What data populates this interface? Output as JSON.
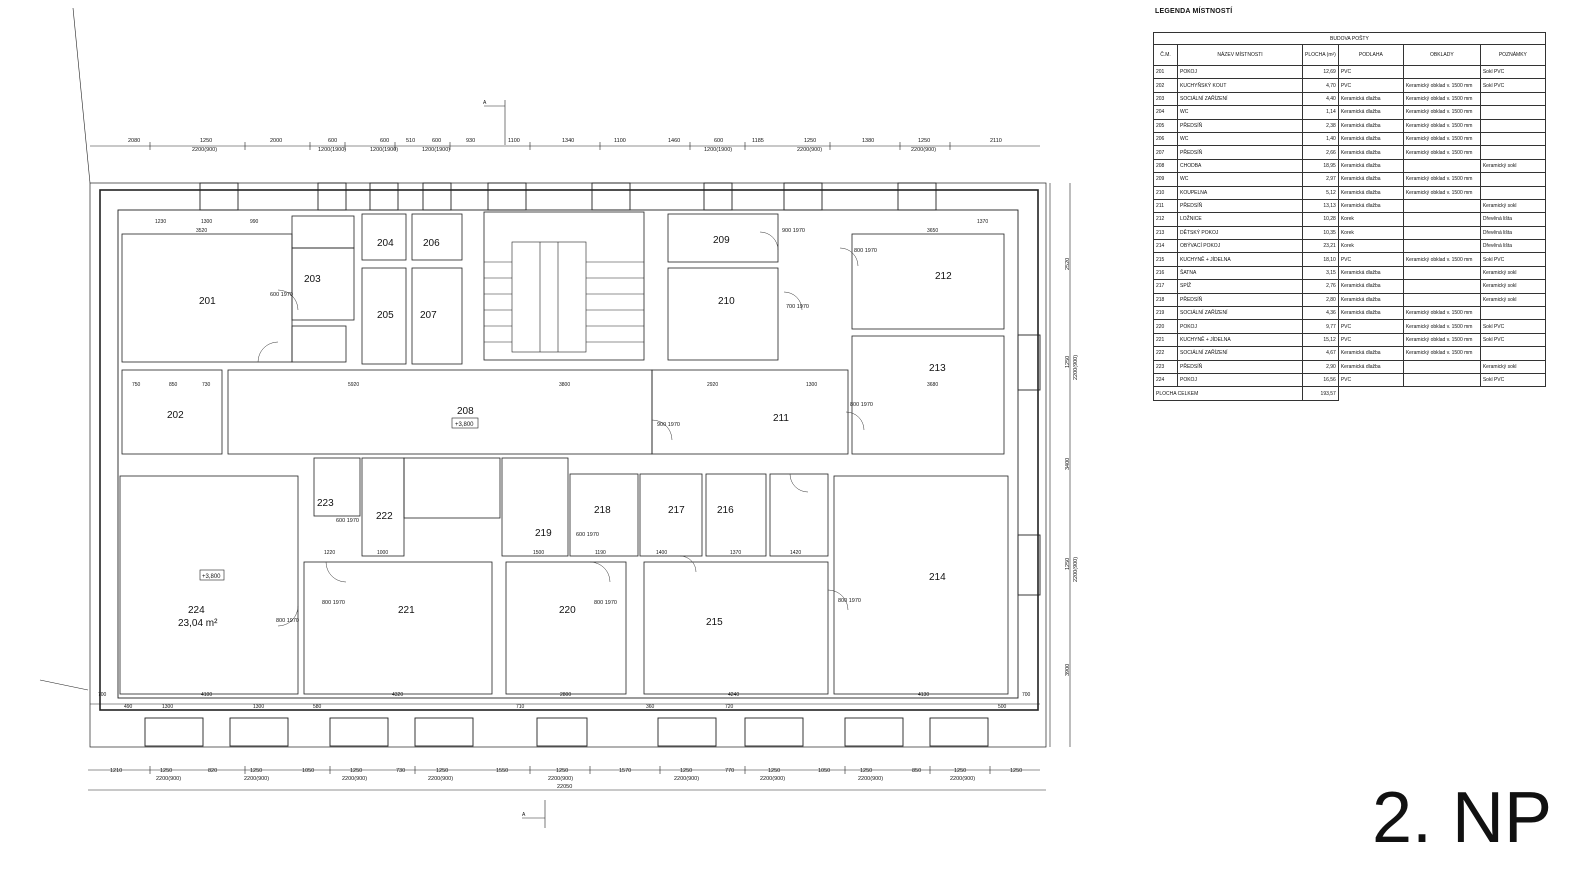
{
  "legend": {
    "title": "LEGENDA MÍSTNOSTÍ",
    "building": "BUDOVA POŠTY",
    "headers": [
      "Č.M.",
      "NÁZEV MÍSTNOSTI",
      "PLOCHA (m²)",
      "PODLAHA",
      "OBKLADY",
      "POZNÁMKY"
    ],
    "rows": [
      [
        "201",
        "POKOJ",
        "12,69",
        "PVC",
        "",
        "Sokl PVC"
      ],
      [
        "202",
        "KUCHYŇSKÝ KOUT",
        "4,70",
        "PVC",
        "Keramický obklad v. 1500 mm",
        "Sokl PVC"
      ],
      [
        "203",
        "SOCIÁLNÍ ZAŘÍZENÍ",
        "4,40",
        "Keramická dlažba",
        "Keramický obklad v. 1500 mm",
        ""
      ],
      [
        "204",
        "WC",
        "1,14",
        "Keramická dlažba",
        "Keramický obklad v. 1500 mm",
        ""
      ],
      [
        "205",
        "PŘEDSÍŇ",
        "2,38",
        "Keramická dlažba",
        "Keramický obklad v. 1500 mm",
        ""
      ],
      [
        "206",
        "WC",
        "1,40",
        "Keramická dlažba",
        "Keramický obklad v. 1500 mm",
        ""
      ],
      [
        "207",
        "PŘEDSÍŇ",
        "2,66",
        "Keramická dlažba",
        "Keramický obklad v. 1500 mm",
        ""
      ],
      [
        "208",
        "CHODBA",
        "18,95",
        "Keramická dlažba",
        "",
        "Keramický sokl"
      ],
      [
        "209",
        "WC",
        "2,97",
        "Keramická dlažba",
        "Keramický obklad v. 1500 mm",
        ""
      ],
      [
        "210",
        "KOUPELNA",
        "5,12",
        "Keramická dlažba",
        "Keramický obklad v. 1500 mm",
        ""
      ],
      [
        "211",
        "PŘEDSÍŇ",
        "13,13",
        "Keramická dlažba",
        "",
        "Keramický sokl"
      ],
      [
        "212",
        "LOŽNICE",
        "10,28",
        "Korek",
        "",
        "Dřevěná lišta"
      ],
      [
        "213",
        "DĚTSKÝ POKOJ",
        "10,35",
        "Korek",
        "",
        "Dřevěná lišta"
      ],
      [
        "214",
        "OBÝVACÍ POKOJ",
        "23,21",
        "Korek",
        "",
        "Dřevěná lišta"
      ],
      [
        "215",
        "KUCHYNĚ + JÍDELNA",
        "18,10",
        "PVC",
        "Keramický obklad v. 1500 mm",
        "Sokl PVC"
      ],
      [
        "216",
        "ŠATNA",
        "3,15",
        "Keramická dlažba",
        "",
        "Keramický sokl"
      ],
      [
        "217",
        "SPÍŽ",
        "2,76",
        "Keramická dlažba",
        "",
        "Keramický sokl"
      ],
      [
        "218",
        "PŘEDSÍŇ",
        "2,80",
        "Keramická dlažba",
        "",
        "Keramický sokl"
      ],
      [
        "219",
        "SOCIÁLNÍ ZAŘÍZENÍ",
        "4,36",
        "Keramická dlažba",
        "Keramický obklad v. 1500 mm",
        ""
      ],
      [
        "220",
        "POKOJ",
        "9,77",
        "PVC",
        "Keramický obklad v. 1500 mm",
        "Sokl PVC"
      ],
      [
        "221",
        "KUCHYNĚ + JÍDELNA",
        "15,12",
        "PVC",
        "Keramický obklad v. 1500 mm",
        "Sokl PVC"
      ],
      [
        "222",
        "SOCIÁLNÍ ZAŘÍZENÍ",
        "4,67",
        "Keramická dlažba",
        "Keramický obklad v. 1500 mm",
        ""
      ],
      [
        "223",
        "PŘEDSÍŇ",
        "2,90",
        "Keramická dlažba",
        "",
        "Keramický sokl"
      ],
      [
        "224",
        "POKOJ",
        "16,56",
        "PVC",
        "",
        "Sokl PVC"
      ]
    ],
    "total_label": "PLOCHA CELKEM",
    "total_value": "193,57"
  },
  "floor_label": "2. NP",
  "plan": {
    "rooms": [
      {
        "id": "201",
        "label": "201"
      },
      {
        "id": "202",
        "label": "202"
      },
      {
        "id": "203",
        "label": "203"
      },
      {
        "id": "204",
        "label": "204"
      },
      {
        "id": "205",
        "label": "205"
      },
      {
        "id": "206",
        "label": "206"
      },
      {
        "id": "207",
        "label": "207"
      },
      {
        "id": "208",
        "label": "208"
      },
      {
        "id": "209",
        "label": "209"
      },
      {
        "id": "210",
        "label": "210"
      },
      {
        "id": "211",
        "label": "211"
      },
      {
        "id": "212",
        "label": "212"
      },
      {
        "id": "213",
        "label": "213"
      },
      {
        "id": "214",
        "label": "214"
      },
      {
        "id": "215",
        "label": "215"
      },
      {
        "id": "216",
        "label": "216"
      },
      {
        "id": "217",
        "label": "217"
      },
      {
        "id": "218",
        "label": "218"
      },
      {
        "id": "219",
        "label": "219"
      },
      {
        "id": "220",
        "label": "220"
      },
      {
        "id": "221",
        "label": "221"
      },
      {
        "id": "222",
        "label": "222"
      },
      {
        "id": "223",
        "label": "223"
      },
      {
        "id": "224",
        "label": "224"
      }
    ],
    "room_224_area": "23,04 m²",
    "level_tags": [
      "+3,800",
      "+3,800"
    ],
    "top_dims": [
      "2080",
      "1250",
      "2000",
      "600",
      "600",
      "510",
      "600",
      "930",
      "1100",
      "1340",
      "1100",
      "1460",
      "600",
      "1185",
      "1250",
      "1380",
      "1250",
      "2110"
    ],
    "top_dims_sub": [
      "2200(900)",
      "1200(1900)",
      "1200(1900)",
      "1200(1900)",
      "1200(1900)",
      "2200(900)",
      "2200(900)"
    ],
    "bottom_dims": [
      "1210",
      "1250",
      "820",
      "1250",
      "1050",
      "1250",
      "730",
      "1250",
      "1550",
      "1250",
      "1570",
      "1250",
      "770",
      "1250",
      "1050",
      "1250",
      "850",
      "1250",
      "1250"
    ],
    "bottom_dims_sub": [
      "2200(900)",
      "2200(900)",
      "2200(900)",
      "2200(900)",
      "2200(900)",
      "2200(900)",
      "2200(900)",
      "2200(900)",
      "2200(900)"
    ],
    "overall_width": "22050",
    "right_dims": [
      "2520",
      "1250",
      "2200(900)",
      "3400",
      "1250",
      "2200(900)",
      "3900"
    ],
    "interior_dims": [
      "1230",
      "1300",
      "990",
      "3520",
      "5920",
      "3800",
      "2920",
      "1300",
      "3680",
      "3650",
      "1370",
      "4100",
      "4320",
      "2800",
      "4240",
      "4130",
      "750",
      "850",
      "730",
      "1220",
      "1000",
      "1500",
      "1190",
      "1400",
      "1370",
      "1420",
      "490",
      "1300",
      "1300",
      "580",
      "710",
      "720",
      "360",
      "700",
      "700",
      "500"
    ],
    "door_labels": [
      "600 1970",
      "700 1970",
      "800 1970",
      "900 1970",
      "800 1970",
      "800 1970",
      "600 1970",
      "800 1970",
      "800 1970",
      "800 1970",
      "600 1970",
      "900 1970"
    ],
    "section_marks": [
      "A",
      "A"
    ]
  }
}
